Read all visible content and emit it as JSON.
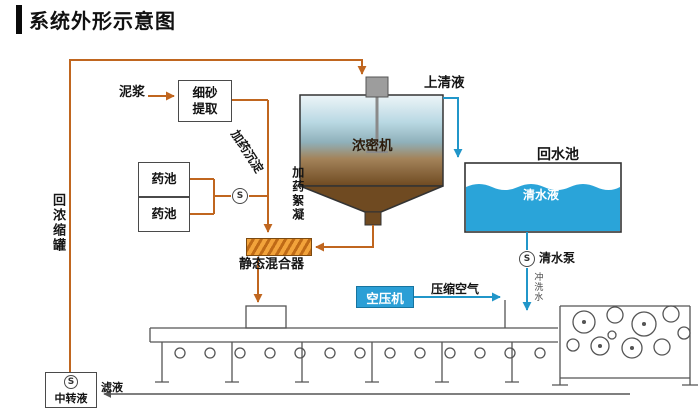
{
  "title": "系统外形示意图",
  "labels": {
    "mud": "泥浆",
    "sand_extraction": "细砂提取",
    "chem_pool": "药池",
    "dosing_sedimentation": "加药沉淀",
    "dosing_flocculation": "加药絮凝",
    "thickener": "浓密机",
    "supernatant": "上清液",
    "return_pool": "回水池",
    "clear_water": "清水液",
    "clear_water_pump": "清水泵",
    "flush_water": "冲洗水",
    "static_mixer": "静态混合器",
    "air_compressor": "空压机",
    "compressed_air": "压缩空气",
    "return_concentrate_tank": "回浓缩罐",
    "transfer_liquid": "中转液",
    "filtrate": "滤液"
  },
  "icons": {
    "pump": "S"
  },
  "colors": {
    "pipe_orange": "#c0661f",
    "water_blue": "#2196c9",
    "pool_water": "#2aa4d9",
    "mixer_orange": "#f2a33b",
    "machine_line": "#555555",
    "tank_top": "#edf5f8",
    "tank_bottom": "#6f4a21"
  }
}
